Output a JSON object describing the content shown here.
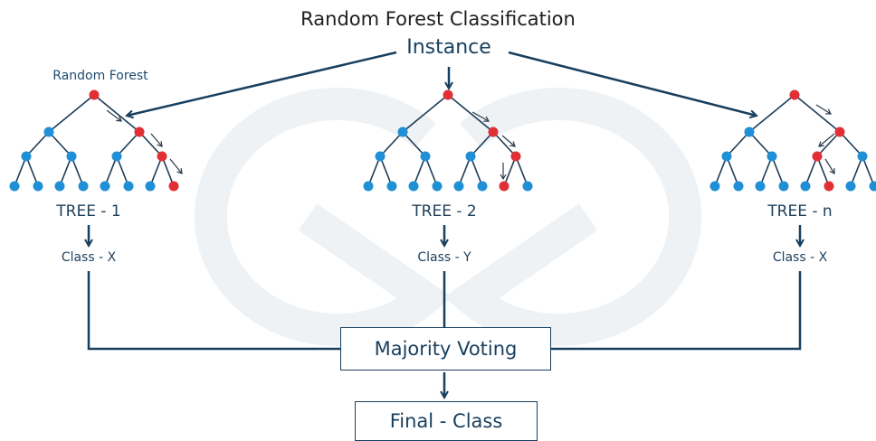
{
  "title": "Random Forest Classification",
  "instance_label": "Instance",
  "forest_label": "Random Forest",
  "trees": [
    {
      "label": "TREE - 1",
      "result": "Class - X"
    },
    {
      "label": "TREE - 2",
      "result": "Class - Y"
    },
    {
      "label": "TREE - n",
      "result": "Class - X"
    }
  ],
  "voting_label": "Majority Voting",
  "final_label": "Final - Class",
  "colors": {
    "dark_blue": "#173f5f",
    "node_blue": "#1f8fd6",
    "node_red": "#e03036",
    "branch": "#1c3a55"
  }
}
